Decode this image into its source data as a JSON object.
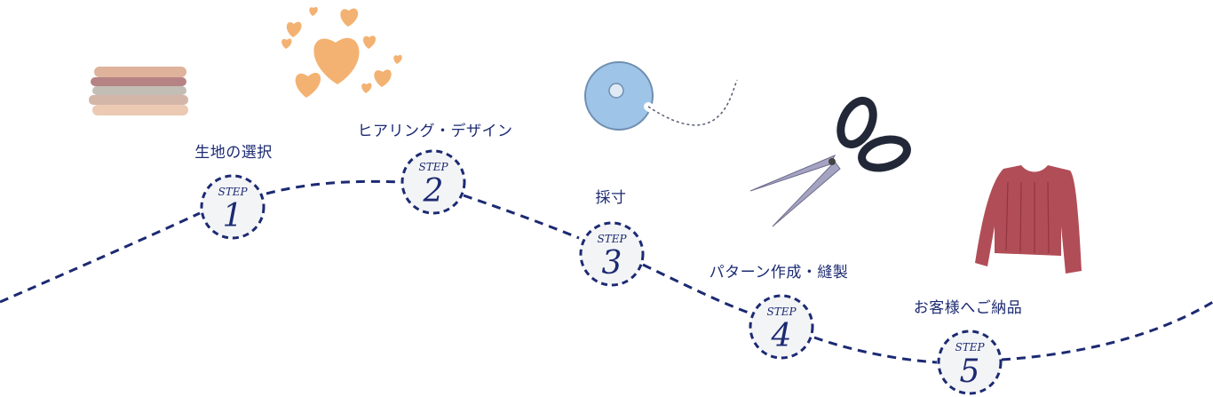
{
  "steps": [
    {
      "word": "STEP",
      "number": "1",
      "title": "生地の選択",
      "illustration": "fabric-stack"
    },
    {
      "word": "STEP",
      "number": "2",
      "title": "ヒアリング・デザイン",
      "illustration": "hearts"
    },
    {
      "word": "STEP",
      "number": "3",
      "title": "採寸",
      "illustration": "measuring-tape"
    },
    {
      "word": "STEP",
      "number": "4",
      "title": "パターン作成・縫製",
      "illustration": "scissors"
    },
    {
      "word": "STEP",
      "number": "5",
      "title": "お客様へご納品",
      "illustration": "sweater"
    }
  ],
  "colors": {
    "line": "#1c2a72",
    "text": "#1c2a72",
    "circle_fill": "#f3f4f6",
    "fabric": [
      "#c9a493",
      "#9c5a5a",
      "#b7b2a8",
      "#d8a48a",
      "#e8bfa6"
    ],
    "hearts": "#f2a55a",
    "tape": "#9ec4e8",
    "scissors_blade": "#a5a3c2",
    "scissors_handle": "#222838",
    "sweater": "#a83a45"
  }
}
